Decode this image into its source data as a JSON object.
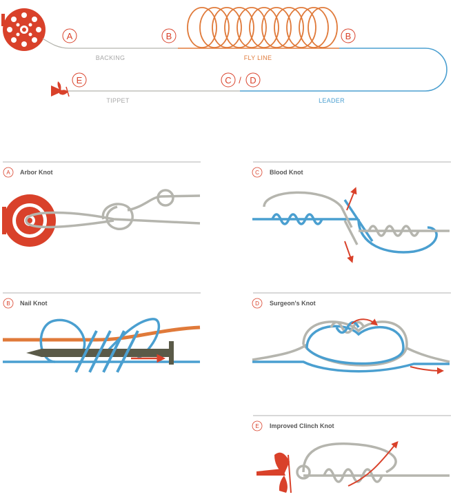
{
  "colors": {
    "red": "#d9412a",
    "orange": "#e07a3a",
    "blue": "#4a9fd0",
    "gray": "#b5b5ae",
    "grayText": "#a8a8a8",
    "dark": "#555555",
    "nail": "#5a5a48"
  },
  "overview": {
    "markers": {
      "a": "A",
      "b_left": "B",
      "b_right": "B",
      "c": "C",
      "slash": "/",
      "d": "D",
      "e": "E"
    },
    "labels": {
      "backing": "BACKING",
      "fly_line": "FLY LINE",
      "tippet": "TIPPET",
      "leader": "LEADER"
    }
  },
  "knots": {
    "a": {
      "letter": "A",
      "title": "Arbor Knot"
    },
    "b": {
      "letter": "B",
      "title": "Nail Knot"
    },
    "c": {
      "letter": "C",
      "title": "Blood Knot"
    },
    "d": {
      "letter": "D",
      "title": "Surgeon's Knot"
    },
    "e": {
      "letter": "E",
      "title": "Improved Clinch Knot"
    }
  }
}
